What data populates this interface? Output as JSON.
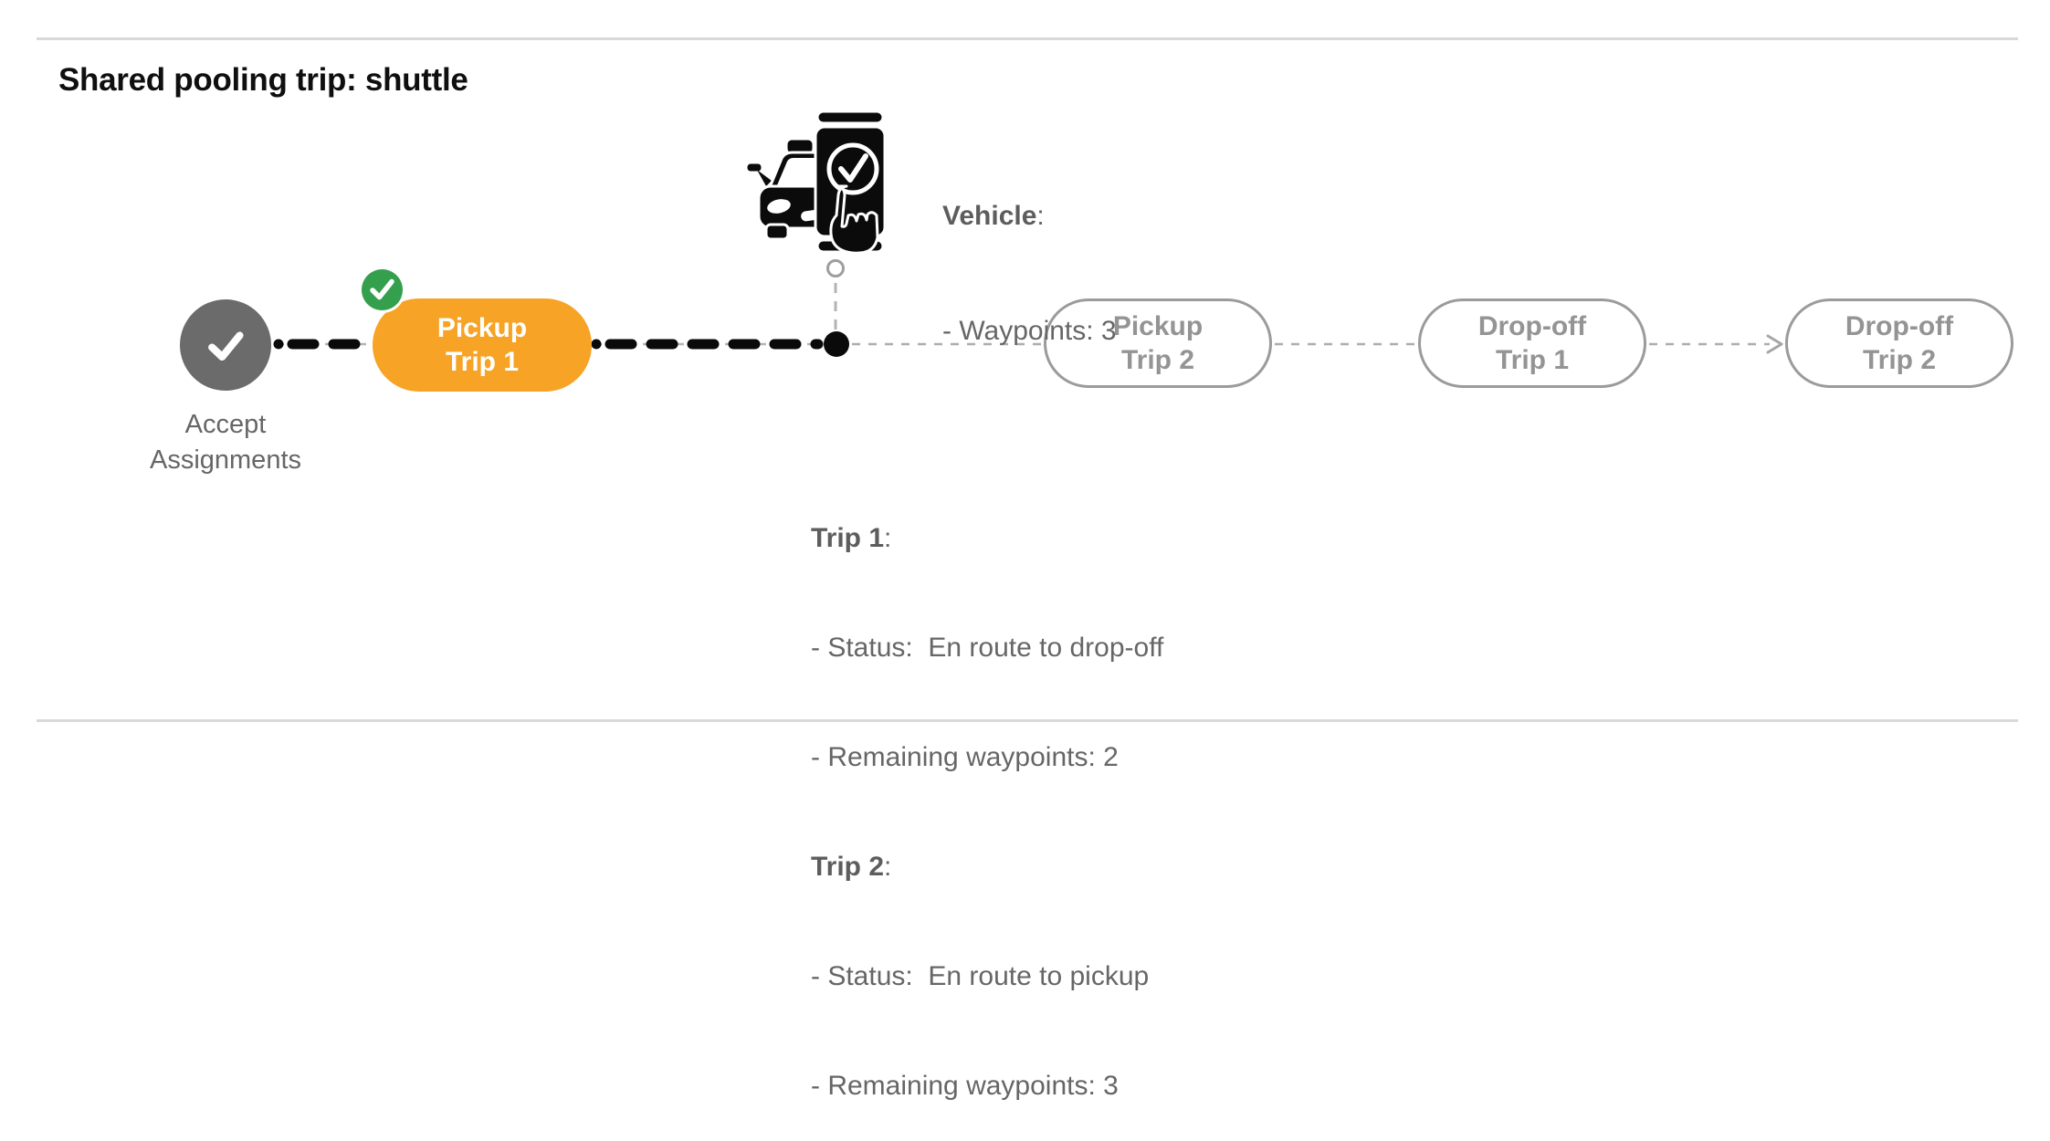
{
  "page": {
    "title": "Shared pooling trip: shuttle"
  },
  "glyphs": {
    "colon": ":"
  },
  "colors": {
    "completed_node_gray": "#6b6b6b",
    "active_pill_orange": "#f7a325",
    "success_badge_green": "#34a04e",
    "future_pill_border_gray": "#9b9b9b",
    "future_pill_text_gray": "#949494",
    "body_text_gray": "#666666",
    "traveled_path_black": "#0a0a0a",
    "pending_path_gray": "#aeaeae",
    "rule_gray": "#d9d9d9"
  },
  "timeline": {
    "steps": [
      {
        "id": "accept-assignments",
        "label_line1": "Accept",
        "label_line2": "Assignments",
        "state": "completed"
      },
      {
        "id": "pickup-trip-1",
        "line1": "Pickup",
        "line2": "Trip 1",
        "state": "completed"
      },
      {
        "id": "vehicle-position",
        "state": "current"
      },
      {
        "id": "pickup-trip-2",
        "line1": "Pickup",
        "line2": "Trip 2",
        "state": "upcoming"
      },
      {
        "id": "drop-off-trip-1",
        "line1": "Drop-off",
        "line2": "Trip 1",
        "state": "upcoming"
      },
      {
        "id": "drop-off-trip-2",
        "line1": "Drop-off",
        "line2": "Trip 2",
        "state": "upcoming"
      }
    ]
  },
  "vehicle_info": {
    "label": "Vehicle",
    "waypoints_line": "- Waypoints: 3"
  },
  "trip_status": {
    "trips": [
      {
        "label": "Trip 1",
        "status_line": "- Status:  En route to drop-off",
        "waypoints_line": "- Remaining waypoints: 2"
      },
      {
        "label": "Trip 2",
        "status_line": "- Status:  En route to pickup",
        "waypoints_line": "- Remaining waypoints: 3"
      }
    ]
  }
}
